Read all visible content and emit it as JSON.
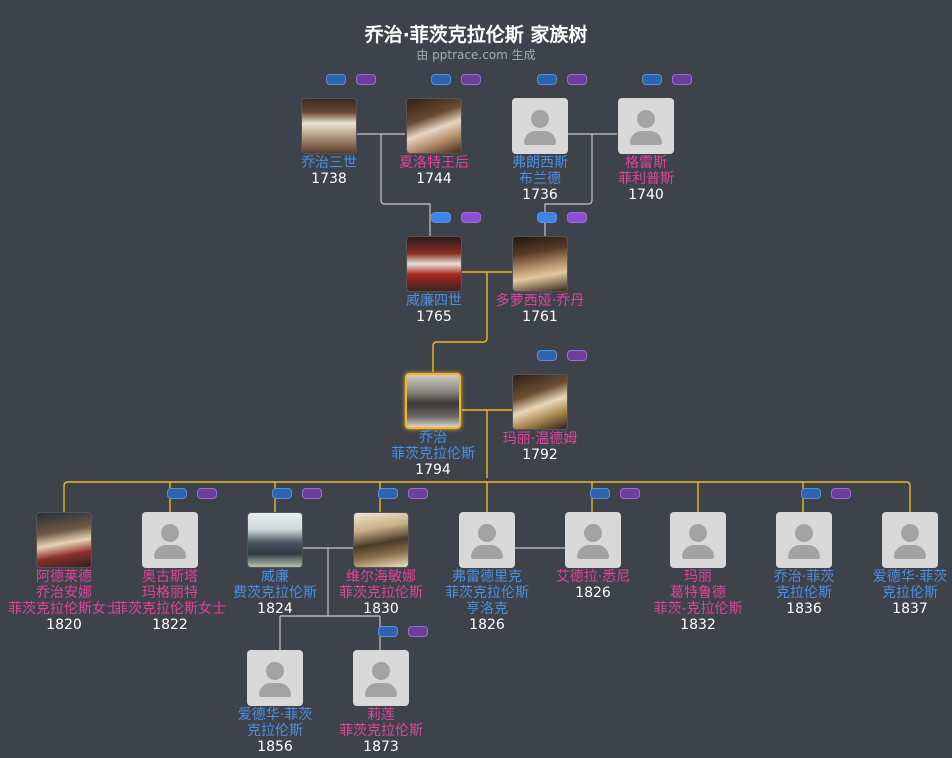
{
  "header": {
    "title": "乔治·菲茨克拉伦斯 家族树",
    "subtitle": "由 pptrace.com 生成"
  },
  "colors": {
    "background": "#3e424b",
    "male": "#4c8fe3",
    "female": "#e0449c",
    "link": "#c8c8c8",
    "highlight_link": "#f0b823"
  },
  "people": [
    {
      "id": "george3",
      "lines": [
        "乔治三世"
      ],
      "year": "1738",
      "gender": "male",
      "photo": "portrait-king-ermine"
    },
    {
      "id": "charlotte",
      "lines": [
        "夏洛特王后"
      ],
      "year": "1744",
      "gender": "female",
      "photo": "portrait-queen"
    },
    {
      "id": "francis",
      "lines": [
        "弗朗西斯",
        "布兰德"
      ],
      "year": "1736",
      "gender": "male",
      "photo": "placeholder"
    },
    {
      "id": "grace",
      "lines": [
        "格雷斯",
        "菲利普斯"
      ],
      "year": "1740",
      "gender": "female",
      "photo": "placeholder"
    },
    {
      "id": "william4",
      "lines": [
        "威廉四世"
      ],
      "year": "1765",
      "gender": "male",
      "photo": "portrait-king-red"
    },
    {
      "id": "dorothea",
      "lines": [
        "多萝西娅·乔丹"
      ],
      "year": "1761",
      "gender": "female",
      "photo": "portrait-lady-hat"
    },
    {
      "id": "george",
      "lines": [
        "乔治",
        "菲茨克拉伦斯"
      ],
      "year": "1794",
      "gender": "male",
      "photo": "portrait-engraving",
      "selected": true
    },
    {
      "id": "mary",
      "lines": [
        "玛丽·温德姆"
      ],
      "year": "1792",
      "gender": "female",
      "photo": "portrait-couple"
    },
    {
      "id": "adelaide",
      "lines": [
        "阿德莱德",
        "乔治安娜",
        "菲茨克拉伦斯女士"
      ],
      "year": "1820",
      "gender": "female",
      "photo": "portrait-lady-seated"
    },
    {
      "id": "augusta",
      "lines": [
        "奥古斯塔",
        "玛格丽特",
        "菲茨克拉伦斯女士"
      ],
      "year": "1822",
      "gender": "female",
      "photo": "placeholder"
    },
    {
      "id": "william",
      "lines": [
        "威廉",
        "费茨克拉伦斯"
      ],
      "year": "1824",
      "gender": "male",
      "photo": "portrait-standing-man"
    },
    {
      "id": "wilhelmina",
      "lines": [
        "维尔海敏娜",
        "菲茨克拉伦斯"
      ],
      "year": "1830",
      "gender": "female",
      "photo": "portrait-sepia-woman"
    },
    {
      "id": "frederick",
      "lines": [
        "弗雷德里克",
        "菲茨克拉伦斯",
        "亨洛克"
      ],
      "year": "1826",
      "gender": "male",
      "photo": "placeholder"
    },
    {
      "id": "adela",
      "lines": [
        "艾德拉·悉尼"
      ],
      "year": "1826",
      "gender": "female",
      "photo": "placeholder"
    },
    {
      "id": "mary2",
      "lines": [
        "玛丽",
        "葛特鲁德",
        "菲茨-克拉伦斯"
      ],
      "year": "1832",
      "gender": "female",
      "photo": "placeholder"
    },
    {
      "id": "george2",
      "lines": [
        "乔治·菲茨",
        "克拉伦斯"
      ],
      "year": "1836",
      "gender": "male",
      "photo": "placeholder"
    },
    {
      "id": "edward",
      "lines": [
        "爱德华·菲茨",
        "克拉伦斯"
      ],
      "year": "1837",
      "gender": "male",
      "photo": "placeholder"
    },
    {
      "id": "edward2",
      "lines": [
        "爱德华·菲茨",
        "克拉伦斯"
      ],
      "year": "1856",
      "gender": "male",
      "photo": "placeholder"
    },
    {
      "id": "lily",
      "lines": [
        "莉莲",
        "菲茨克拉伦斯"
      ],
      "year": "1873",
      "gender": "female",
      "photo": "placeholder"
    }
  ]
}
